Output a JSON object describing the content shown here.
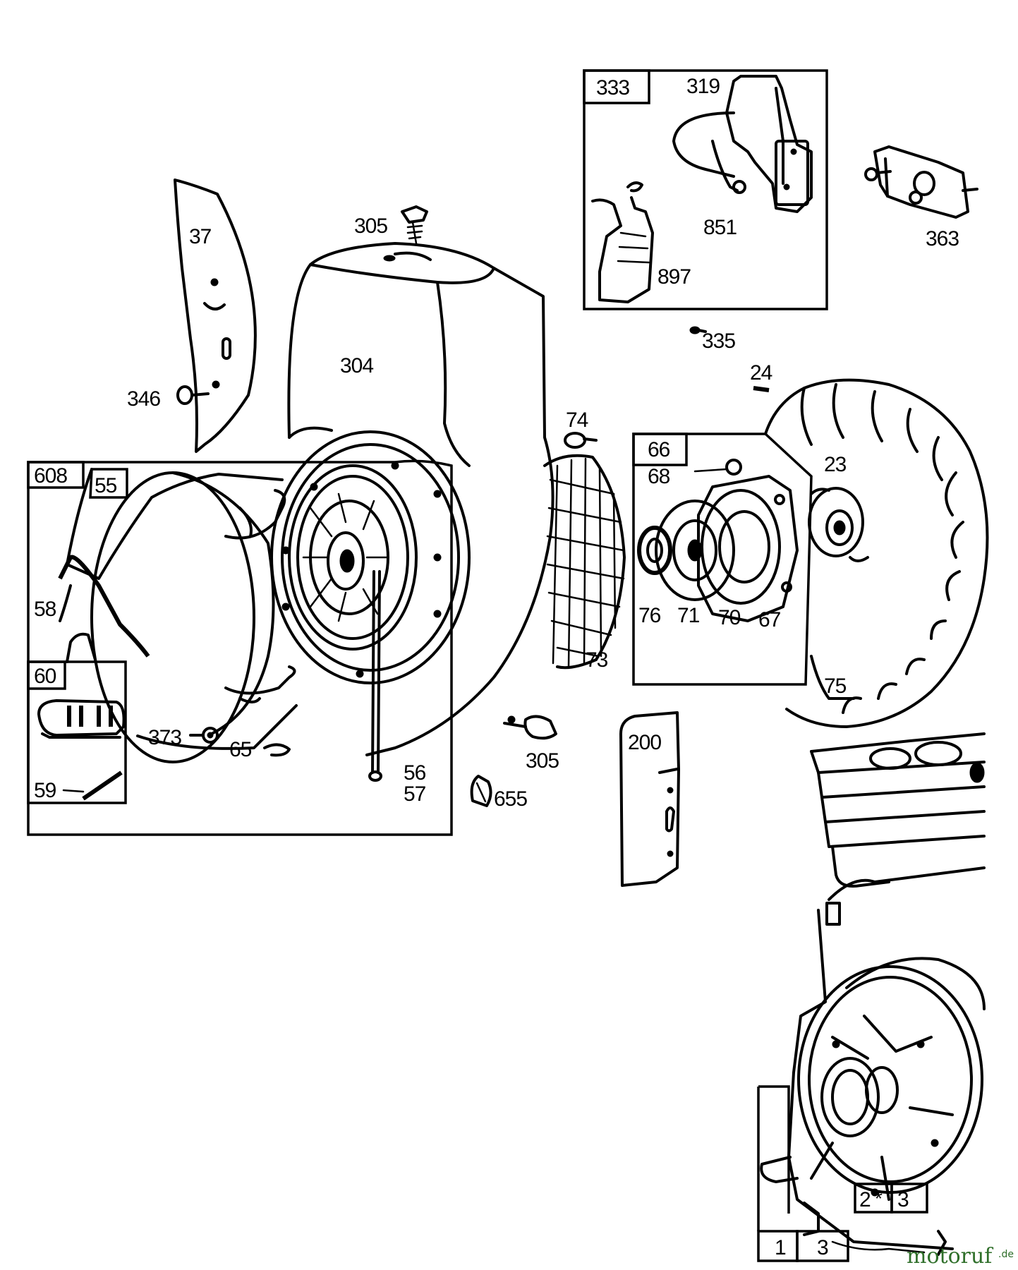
{
  "labels": {
    "p333": "333",
    "p319": "319",
    "p851": "851",
    "p897": "897",
    "p363": "363",
    "p335": "335",
    "p37": "37",
    "p305_top": "305",
    "p304": "304",
    "p346": "346",
    "p74": "74",
    "p24": "24",
    "p23": "23",
    "p66": "66",
    "p68": "68",
    "p76": "76",
    "p71": "71",
    "p70": "70",
    "p67": "67",
    "p73": "73",
    "p75": "75",
    "p608": "608",
    "p55": "55",
    "p58": "58",
    "p60": "60",
    "p373": "373",
    "p65": "65",
    "p56": "56",
    "p57": "57",
    "p59": "59",
    "p305_bottom": "305",
    "p655": "655",
    "p200": "200",
    "p2a3_left": "2",
    "p2a3_right": "3",
    "p1": "1",
    "p3": "3"
  },
  "watermark": {
    "brand": "motoruf",
    "tld": ".de",
    "color": "#2f6f2a"
  }
}
